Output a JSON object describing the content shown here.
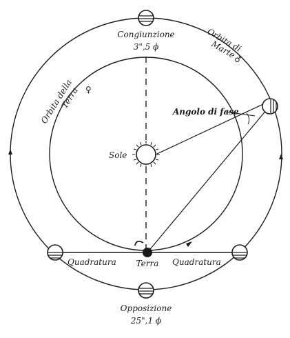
{
  "labels": {
    "congiunzione": "Congiunzione",
    "congiunzione_diam": "3\",5 ϕ",
    "orbita_marte_line1": "Orbita di",
    "orbita_marte_line2": "Marte",
    "marte_symbol": "♂",
    "orbita_terra_line1": "Orbita della",
    "orbita_terra_line2": "Terra",
    "terra_symbol": "♀",
    "angolo_di_fase": "Angolo di fase",
    "sole": "Sole",
    "terra": "Terra",
    "quadratura_left": "Quadratura",
    "quadratura_right": "Quadratura",
    "opposizione": "Opposizione",
    "opposizione_diam": "25\",1 ϕ"
  },
  "colors": {
    "ink": "#1a1a1a",
    "background": "#ffffff"
  }
}
